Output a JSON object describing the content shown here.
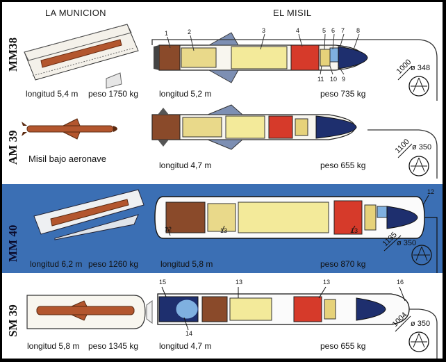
{
  "headers": {
    "munition": "LA MUNICION",
    "missile": "EL MISIL"
  },
  "panels": [
    {
      "code": "MM38",
      "munition_length": "longitud 5,4 m",
      "munition_weight": "peso 1750 kg",
      "missile_length": "longitud 5,2 m",
      "missile_weight": "peso 735 kg",
      "dim_length": "1000",
      "dim_diameter": "ø 348",
      "callouts": [
        "1",
        "2",
        "3",
        "4",
        "5",
        "6",
        "7",
        "8",
        "9",
        "10",
        "11"
      ]
    },
    {
      "code": "AM 39",
      "caption": "Misil bajo aeronave",
      "missile_length": "longitud 4,7 m",
      "missile_weight": "peso 655 kg",
      "dim_length": "1100",
      "dim_diameter": "ø 350"
    },
    {
      "code": "MM 40",
      "munition_length": "longitud 6,2 m",
      "munition_weight": "peso 1260 kg",
      "missile_length": "longitud 5,8 m",
      "missile_weight": "peso 870 kg",
      "dim_length": "1135",
      "dim_diameter": "ø 350",
      "callouts": [
        "12",
        "12",
        "13",
        "13"
      ]
    },
    {
      "code": "SM 39",
      "munition_length": "longitud 5,8 m",
      "munition_weight": "peso 1345 kg",
      "missile_length": "longitud 4,7 m",
      "missile_weight": "peso 655 kg",
      "dim_length": "1004",
      "dim_diameter": "ø 350",
      "callouts": [
        "15",
        "13",
        "13",
        "16",
        "14"
      ]
    }
  ],
  "colors": {
    "mm40_background": "#3b6fb4",
    "fuel": "#f3ea9a",
    "warhead": "#d63a2a",
    "booster": "#8a4a2a",
    "seeker": "#1e2f6e",
    "canister": "#c96a3a"
  }
}
